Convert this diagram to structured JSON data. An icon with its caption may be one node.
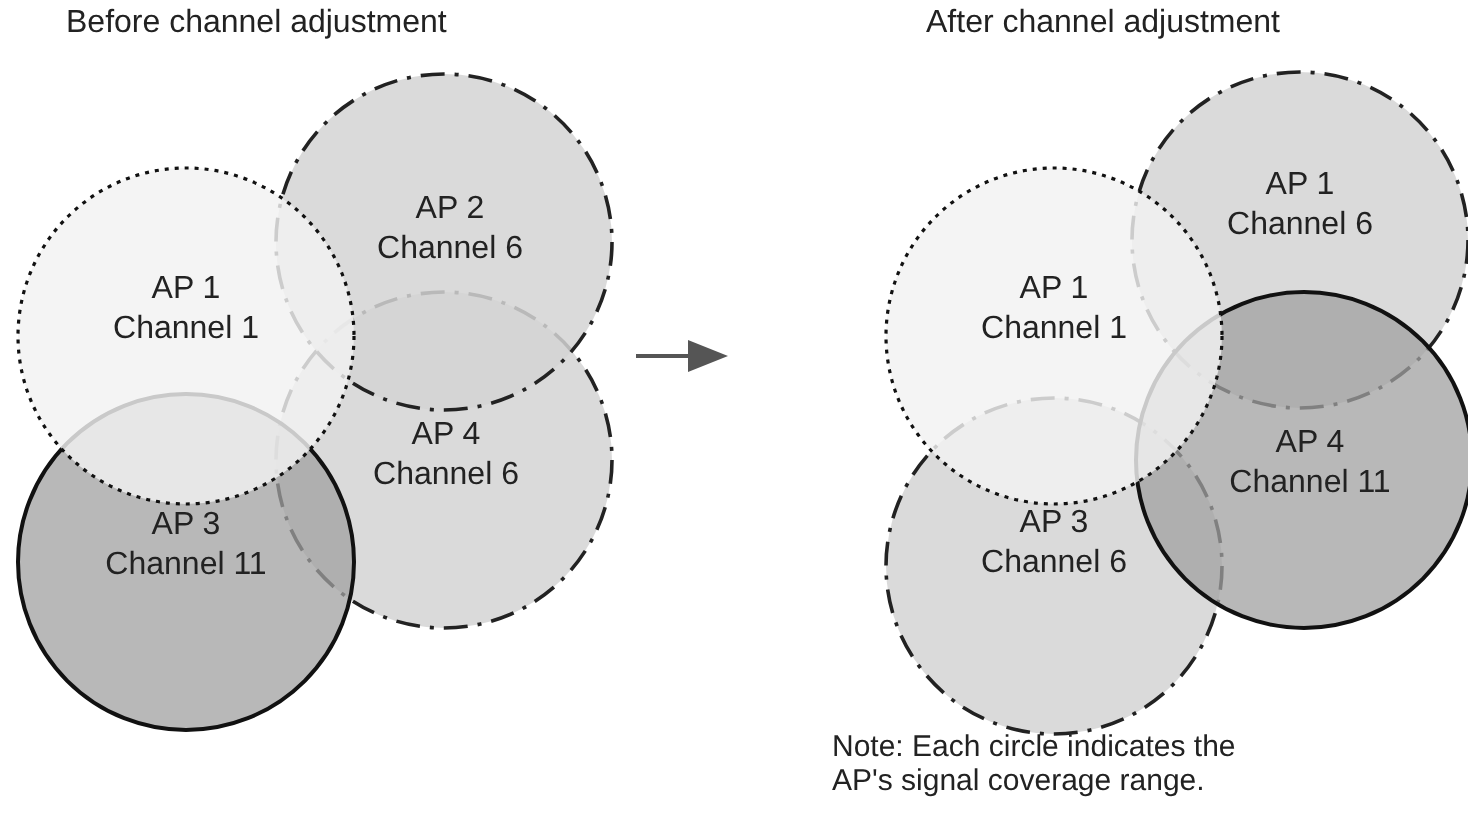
{
  "diagram": {
    "nodes": [
      {
        "text": [
          "AP 1 Channel 1"
        ]
      },
      {
        "text": [
          "AP 2 Channel 6"
        ]
      },
      {
        "text": [
          "AP 4 Channel 6"
        ]
      },
      {
        "text": [
          "AP 3 Channel 11"
        ]
      },
      {
        "text": [
          "AP 1 Channel 1"
        ]
      },
      {
        "text": [
          "AP 1 Channel 6"
        ]
      },
      {
        "text": [
          "AP 4 Channel 11"
        ]
      },
      {
        "text": [
          "AP 3 Channel 6"
        ]
      }
    ],
    "labels": [
      "Before channel adjustment",
      "After channel adjustment",
      "Note: Each circle indicates the AP's signal coverage range."
    ]
  }
}
